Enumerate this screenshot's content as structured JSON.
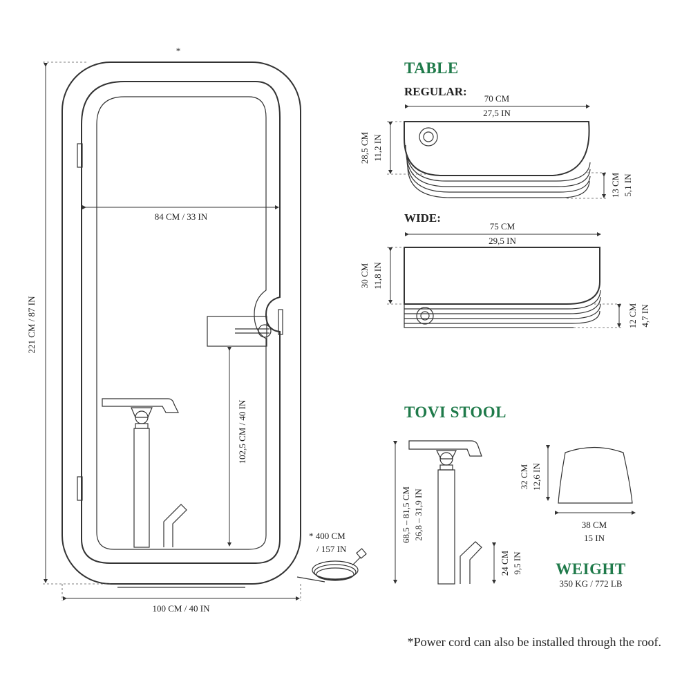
{
  "booth": {
    "asterisk": "*",
    "height_label": "221 CM / 87 IN",
    "inner_width_label": "84 CM / 33 IN",
    "table_height_label": "102,5 CM / 40 IN",
    "width_label": "100 CM / 40 IN",
    "cord_cm": "* 400 CM",
    "cord_in": "/ 157 IN"
  },
  "table": {
    "heading": "TABLE",
    "regular": {
      "label": "REGULAR:",
      "width_cm": "70 CM",
      "width_in": "27,5 IN",
      "depth_cm": "28,5 CM",
      "depth_in": "11,2 IN",
      "thick_cm": "13 CM",
      "thick_in": "5,1 IN"
    },
    "wide": {
      "label": "WIDE:",
      "width_cm": "75 CM",
      "width_in": "29,5 IN",
      "depth_cm": "30 CM",
      "depth_in": "11,8 IN",
      "thick_cm": "12 CM",
      "thick_in": "4,7 IN"
    }
  },
  "stool": {
    "heading": "TOVI STOOL",
    "height_cm": "68,5 – 81,5 CM",
    "height_in": "26,8 – 31,9 IN",
    "foot_cm": "24 CM",
    "foot_in": "9,5 IN",
    "seat_depth_cm": "32 CM",
    "seat_depth_in": "12,6 IN",
    "seat_width_cm": "38 CM",
    "seat_width_in": "15 IN"
  },
  "weight": {
    "heading": "WEIGHT",
    "value": "350 KG / 772 LB"
  },
  "footnote": "*Power cord can also be installed through the roof.",
  "colors": {
    "accent": "#1f7a4a",
    "ink": "#222222"
  }
}
